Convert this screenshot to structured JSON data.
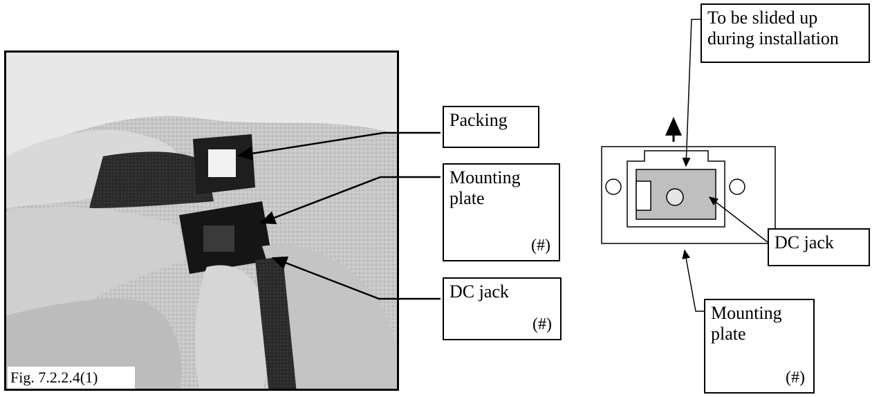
{
  "figure": {
    "caption": "Fig. 7.2.2.4(1)"
  },
  "labels": {
    "packing": "Packing",
    "mounting_plate_1": "Mounting",
    "mounting_plate_2": "plate",
    "dc_jack": "DC jack",
    "hash": "(#)",
    "slide_note_1": "To be slided up",
    "slide_note_2": "during installation",
    "right_dc_jack": "DC jack",
    "right_mounting_1": "Mounting",
    "right_mounting_2": "plate"
  }
}
